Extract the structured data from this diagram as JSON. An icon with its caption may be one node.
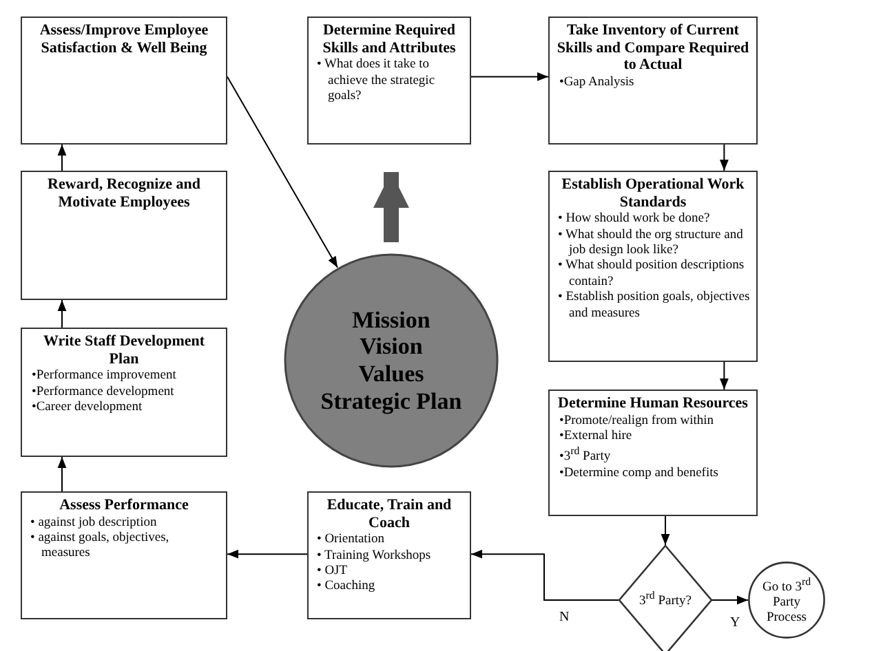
{
  "diagram": {
    "nodes": [
      {
        "text": [
          "Assess/Improve Employee Satisfaction & Well Being"
        ]
      },
      {
        "text": [
          "Determine Required Skills and Attributes",
          "• What does it take to achieve the strategic goals?"
        ]
      },
      {
        "text": [
          "Take Inventory of Current Skills and Compare Required to Actual",
          "•Gap Analysis"
        ]
      },
      {
        "text": [
          "Establish Operational Work Standards",
          "• How should work be done?",
          "• What should the org structure and job design look like?",
          "• What should position descriptions contain?",
          "• Establish position goals, objectives and measures"
        ]
      },
      {
        "text": [
          "Determine Human Resources",
          "•Promote/realign from within",
          "•External hire",
          "•3$^{rd}$ Party",
          "•Determine comp and benefits"
        ]
      },
      {
        "text": [
          "3$^{rd}$ Party?"
        ]
      },
      {
        "text": [
          "Go to 3$^{rd}$ Party Process"
        ]
      },
      {
        "text": [
          "Educate, Train and Coach",
          "• Orientation",
          "• Training Workshops",
          "• OJT",
          "• Coaching"
        ]
      },
      {
        "text": [
          "Assess Performance",
          "• against job description",
          "• against goals, objectives, measures"
        ]
      },
      {
        "text": [
          "Write Staff Development Plan",
          "•Performance improvement",
          "•Performance development",
          "•Career development"
        ]
      },
      {
        "text": [
          "Reward, Recognize and Motivate Employees"
        ]
      },
      {
        "text": [
          "Mission",
          "Vision",
          "Values",
          "Strategic Plan"
        ]
      }
    ],
    "edges": [
      {
        "from": 1,
        "to": 2,
        "arrow": "to"
      },
      {
        "from": 2,
        "to": 3,
        "arrow": "to"
      },
      {
        "from": 3,
        "to": 4,
        "arrow": "to"
      },
      {
        "from": 4,
        "to": 5,
        "arrow": "to"
      },
      {
        "from": 5,
        "to": 6,
        "arrow": "to",
        "label": "Y"
      },
      {
        "from": 5,
        "to": 7,
        "arrow": "to",
        "label": "N"
      },
      {
        "from": 7,
        "to": 8,
        "arrow": "to"
      },
      {
        "from": 8,
        "to": 9,
        "arrow": "to"
      },
      {
        "from": 9,
        "to": 10,
        "arrow": "to"
      },
      {
        "from": 10,
        "to": 0,
        "arrow": "to"
      },
      {
        "from": 0,
        "to": 11,
        "arrow": "to"
      },
      {
        "from": 11,
        "to": 1,
        "arrow": "to",
        "style": "thick",
        "color": "#555555"
      }
    ]
  }
}
